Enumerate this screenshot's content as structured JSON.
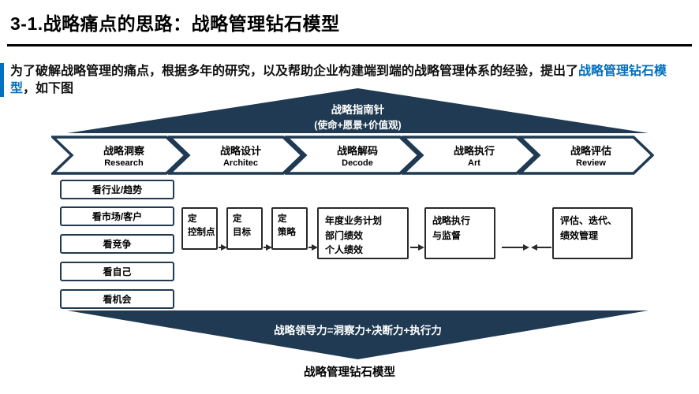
{
  "colors": {
    "navy": "#1f3a52",
    "accent": "#0070c0"
  },
  "title": "3-1.战略痛点的思路：战略管理钻石模型",
  "intro": {
    "before": "为了破解战略管理的痛点，根据多年的研究，以及帮助企业构建端到端的战略管理体系的经验，提出了",
    "highlight": "战略管理钻石模型",
    "after": "，如下图"
  },
  "diagram": {
    "compass": {
      "line1": "战略指南针",
      "line2": "(使命+愿景+价值观)"
    },
    "phases": [
      {
        "zh": "战略洞察",
        "en": "Research"
      },
      {
        "zh": "战略设计",
        "en": "Architec"
      },
      {
        "zh": "战略解码",
        "en": "Decode"
      },
      {
        "zh": "战略执行",
        "en": "Art"
      },
      {
        "zh": "战略评估",
        "en": "Review"
      }
    ],
    "insight_items": [
      "看行业/趋势",
      "看市场/客户",
      "看竞争",
      "看自己",
      "看机会"
    ],
    "design_steps": [
      {
        "line1": "定",
        "line2": "控制点"
      },
      {
        "line1": "定",
        "line2": "目标"
      },
      {
        "line1": "定",
        "line2": "策略"
      }
    ],
    "decode_box": [
      "年度业务计划",
      "部门绩效",
      "个人绩效"
    ],
    "execute_box": [
      "战略执行",
      "与监督"
    ],
    "review_box": [
      "评估、迭代、",
      "绩效管理"
    ],
    "leadership": "战略领导力=洞察力+决断力+执行力",
    "caption": "战略管理钻石模型"
  }
}
